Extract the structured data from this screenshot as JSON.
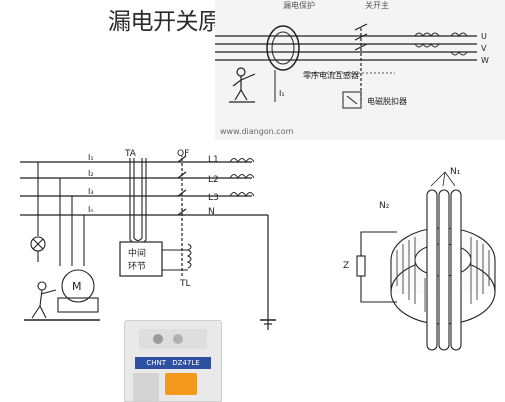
{
  "overlay_title": "漏电开关原理,漏电开关原理图解释",
  "top_diagram": {
    "header_left": "漏电保护",
    "header_right": "关开主",
    "phase_u": "U",
    "phase_v": "V",
    "phase_w": "W",
    "label_zero_seq": "零序电流互感器",
    "label_magnet": "电磁脱扣器",
    "label_i1": "I₁",
    "watermark": "www.diangon.com"
  },
  "left_diagram": {
    "label_ta": "TA",
    "label_qf": "QF",
    "label_l1": "L1",
    "label_l2": "L2",
    "label_l3": "L3",
    "label_n": "N",
    "label_i1": "I₁",
    "label_i2": "I₂",
    "label_i3": "I₃",
    "label_in": "Iₙ",
    "box_line1": "中间",
    "box_line2": "环节",
    "label_tl": "TL",
    "motor_label": "M"
  },
  "right_diagram": {
    "label_n1": "N₁",
    "label_n2": "N₂",
    "label_z": "Z"
  },
  "device": {
    "brand": "CHNT",
    "model": "DZ47LE"
  }
}
